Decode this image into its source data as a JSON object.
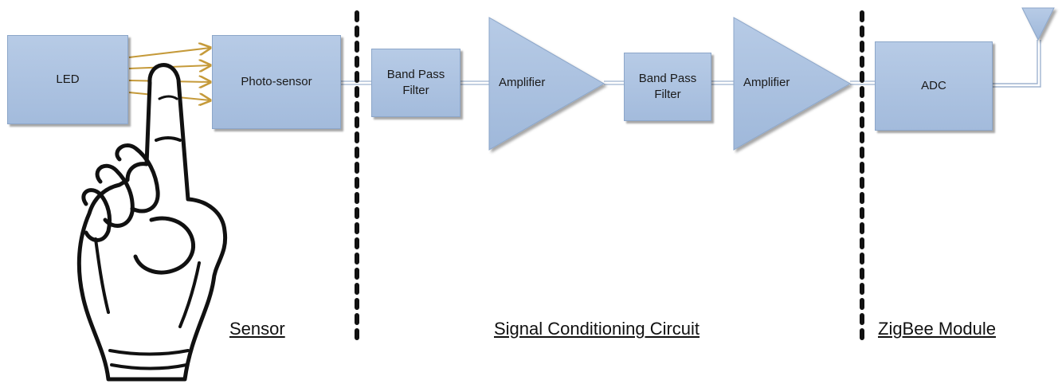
{
  "blocks": {
    "led": "LED",
    "photo_sensor": "Photo-sensor",
    "bpf1": "Band Pass\nFilter",
    "amp1": "Amplifier",
    "bpf2": "Band Pass\nFilter",
    "amp2": "Amplifier",
    "adc": "ADC"
  },
  "sections": {
    "sensor": "Sensor",
    "signal_conditioning": "Signal Conditioning Circuit",
    "zigbee": "ZigBee Module"
  },
  "icons": [
    "finger-icon",
    "antenna-icon",
    "arrow-icon"
  ],
  "colors": {
    "block_fill": "#a9c0de",
    "block_border": "#8ca6c9",
    "light_arrow": "#c59a3a",
    "divider": "#111111"
  }
}
